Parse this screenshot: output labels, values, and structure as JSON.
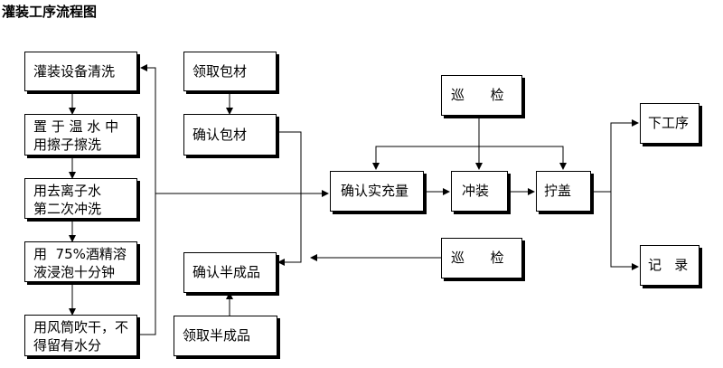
{
  "title": "灌装工序流程图",
  "nodes": {
    "clean_equipment": "灌装设备清洗",
    "warm_water": "置 于 温 水 中\n用擦子擦洗",
    "deionized": "用去离子水\n第二次冲洗",
    "alcohol": "用  75%酒精溶\n液浸泡十分钟",
    "air_dry": "用风筒吹干，不\n得留有水分",
    "get_packaging": "领取包材",
    "confirm_packaging": "确认包材",
    "confirm_semi": "确认半成品",
    "get_semi": "领取半成品",
    "confirm_quantity": "确认实充量",
    "filling": "冲装",
    "capping": "拧盖",
    "patrol_top": "巡      检",
    "patrol_bottom": "巡      检",
    "next_process": "下工序",
    "record": "记   录"
  }
}
